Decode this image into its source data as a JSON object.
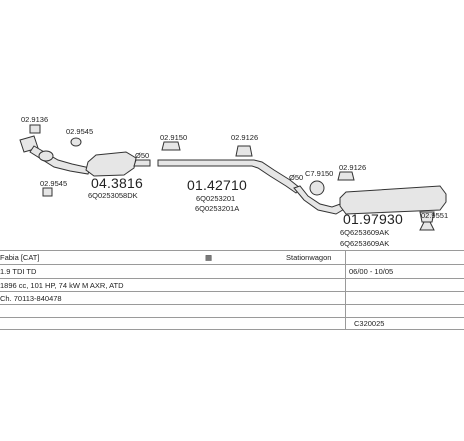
{
  "parts": {
    "p1": {
      "code": "02.9136"
    },
    "p2": {
      "code": "02.9545"
    },
    "p3": {
      "code": "02.9545"
    },
    "p4": {
      "code": "04.3816",
      "oem": "6Q0253058DK"
    },
    "p5": {
      "code": "01.42710",
      "oem1": "6Q0253201",
      "oem2": "6Q0253201A"
    },
    "p6": {
      "code": "02.9150"
    },
    "p7": {
      "code": "02.9126"
    },
    "p8": {
      "code": "C7.9150"
    },
    "p9": {
      "code": "02.9126"
    },
    "p10": {
      "code": "01.97930",
      "oem1": "6Q6253609AK",
      "oem2": "6Q6253609AK"
    },
    "p11": {
      "code": "02.9551"
    },
    "clamp1": {
      "text": "Ø50"
    },
    "clamp2": {
      "text": "Ø50"
    }
  },
  "info": {
    "model": "Fabia [CAT]",
    "body": "Stationwagon",
    "engine": "1.9 TDI TD",
    "years": "06/00 - 10/05",
    "spec": "1896 cc, 101 HP, 74 kW M AXR, ATD",
    "chassis": "Ch. 70113-840478",
    "ref": "C320025"
  },
  "colors": {
    "line": "#333333",
    "grid": "#9a9a9a",
    "part": "#e6e6e6"
  }
}
